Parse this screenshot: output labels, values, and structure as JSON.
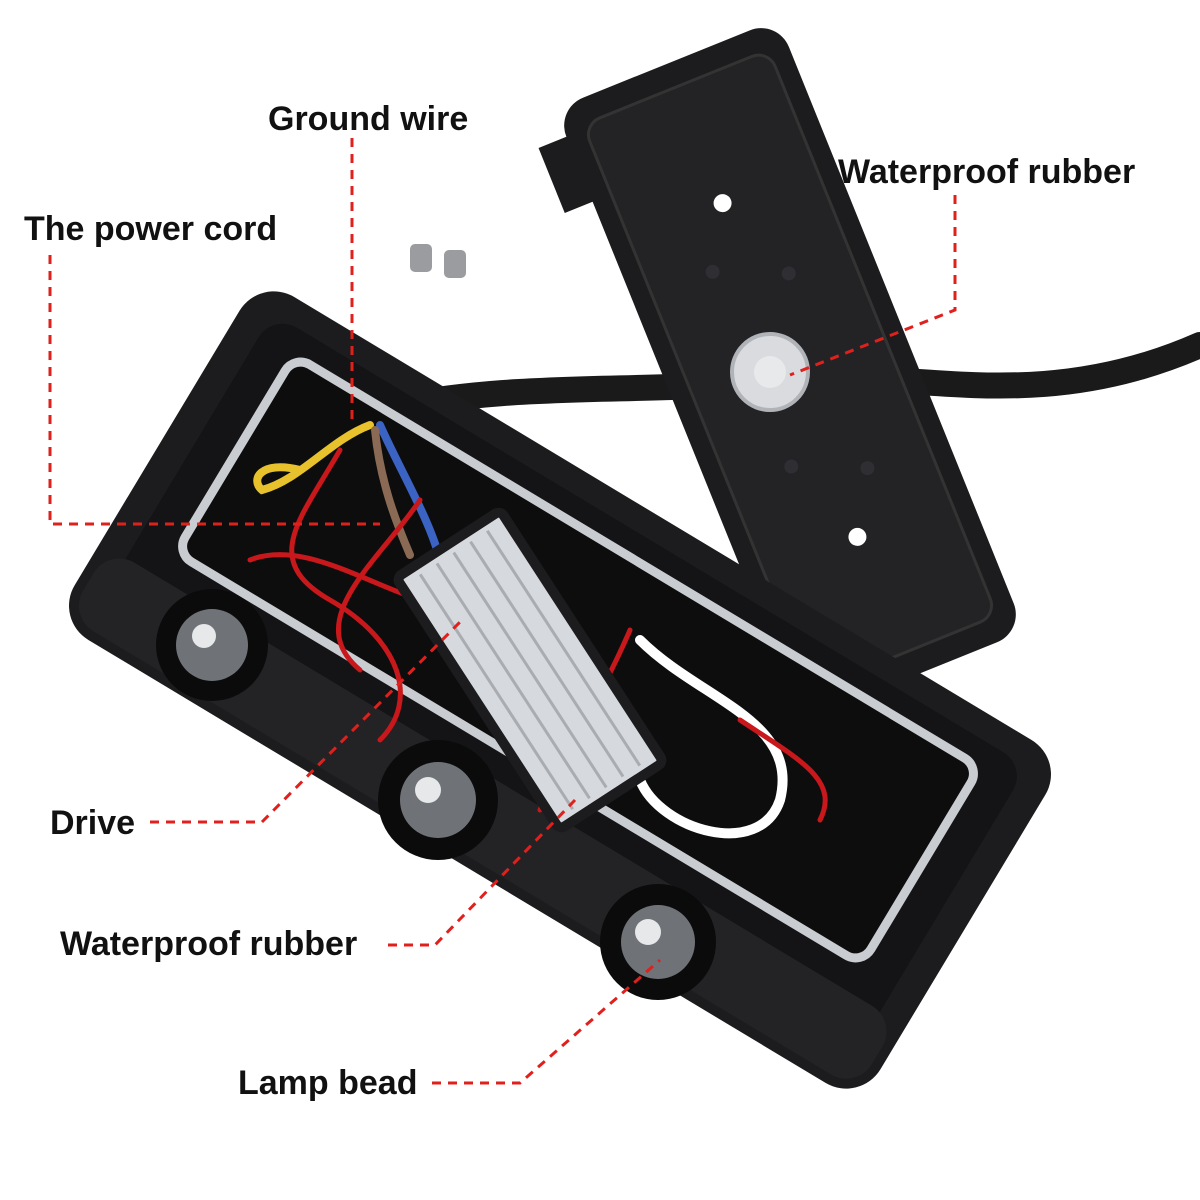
{
  "colors": {
    "background": "#ffffff",
    "housing": "#1c1c1e",
    "leader_line": "#e0201c",
    "label_text": "#111111",
    "gasket": "#c9ccd0",
    "driver_case": "#d6d9dd",
    "wire_red": "#c8181b"
  },
  "labels": {
    "ground_wire": "Ground wire",
    "power_cord": "The power cord",
    "waterproof_rubber_top": "Waterproof rubber",
    "drive": "Drive",
    "waterproof_rubber_bottom": "Waterproof rubber",
    "lamp_bead": "Lamp bead"
  }
}
